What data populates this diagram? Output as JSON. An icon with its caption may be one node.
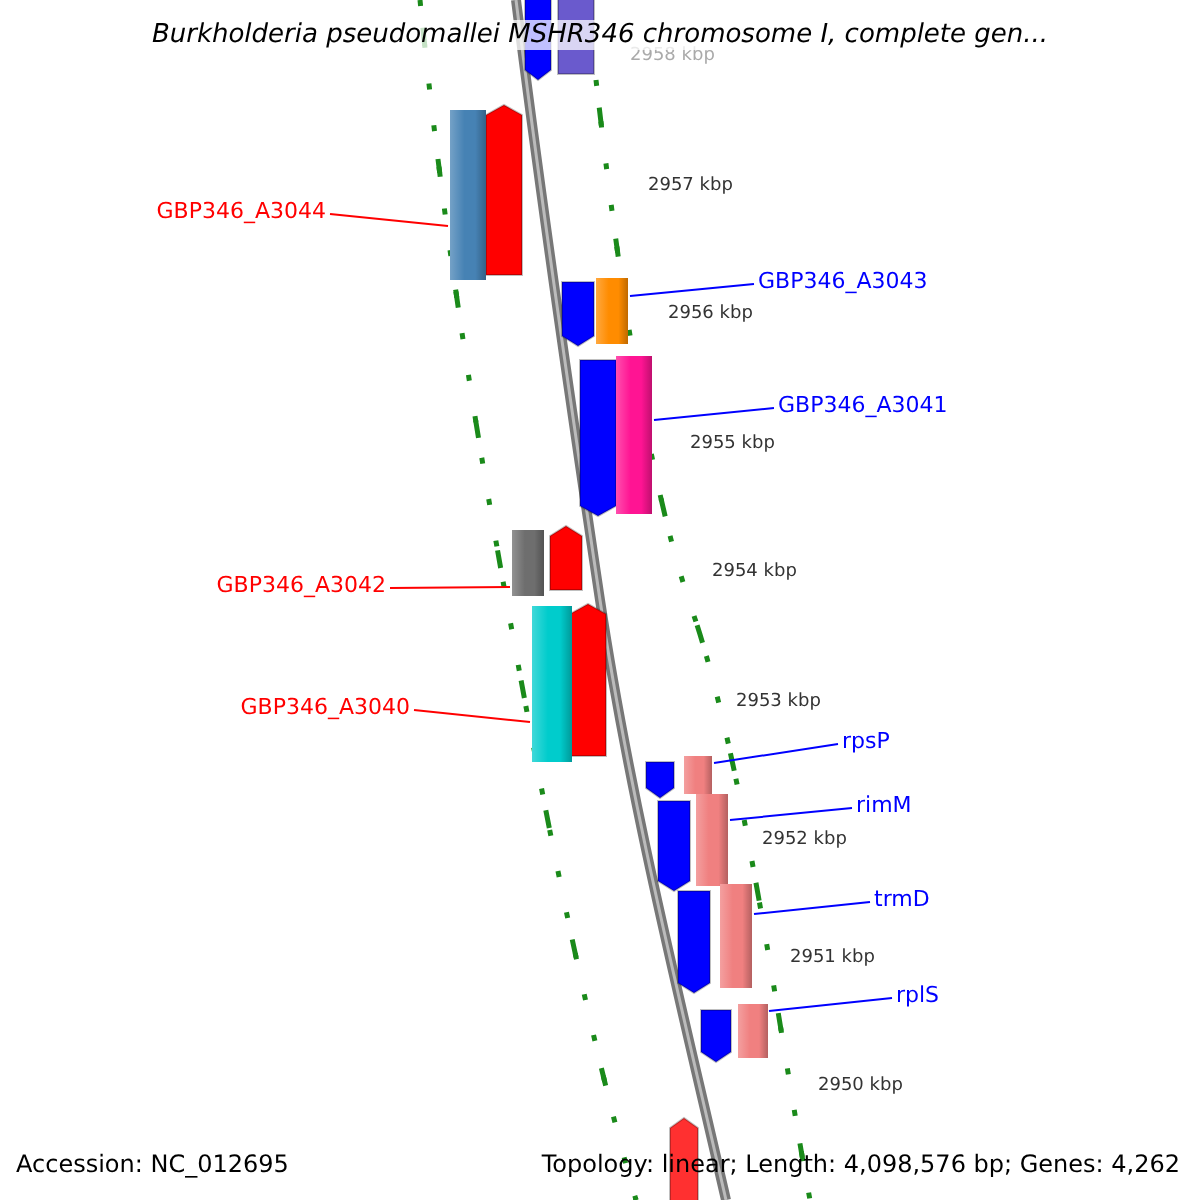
{
  "diagram": {
    "title": "Burkholderia pseudomallei MSHR346 chromosome I, complete gen...",
    "nodes": [
      {
        "text": [
          "GBP346_A3044"
        ]
      },
      {
        "text": [],
        "shape": "bar"
      },
      {
        "text": [
          "GBP346_A3043"
        ]
      },
      {
        "text": [],
        "shape": "bar"
      },
      {
        "text": [
          "GBP346_A3041"
        ]
      },
      {
        "text": [],
        "shape": "bar"
      },
      {
        "text": [
          "GBP346_A3042"
        ]
      },
      {
        "text": [],
        "shape": "bar"
      },
      {
        "text": [
          "GBP346_A3040"
        ]
      },
      {
        "text": [],
        "shape": "bar"
      },
      {
        "text": [
          "rpsP"
        ]
      },
      {
        "text": [],
        "shape": "bar"
      },
      {
        "text": [
          "rimM"
        ]
      },
      {
        "text": [],
        "shape": "bar"
      },
      {
        "text": [
          "trmD"
        ]
      },
      {
        "text": [],
        "shape": "bar"
      },
      {
        "text": [
          "rplS"
        ]
      },
      {
        "text": [],
        "shape": "bar"
      }
    ],
    "edges": [
      {
        "from": 0,
        "to": 1,
        "arrow": "none",
        "color": "#ff0000"
      },
      {
        "from": 2,
        "to": 3,
        "arrow": "none"
      },
      {
        "from": 4,
        "to": 5,
        "arrow": "none"
      },
      {
        "from": 6,
        "to": 7,
        "arrow": "none",
        "color": "#ff0000"
      },
      {
        "from": 8,
        "to": 9,
        "arrow": "none",
        "color": "#ff0000"
      },
      {
        "from": 10,
        "to": 11,
        "arrow": "none"
      },
      {
        "from": 12,
        "to": 13,
        "arrow": "none"
      },
      {
        "from": 14,
        "to": 15,
        "arrow": "none"
      },
      {
        "from": 16,
        "to": 17,
        "arrow": "none"
      }
    ],
    "labels": [
      "2958 kbp",
      "2957 kbp",
      "2956 kbp",
      "2955 kbp",
      "2954 kbp",
      "2953 kbp",
      "2952 kbp",
      "2951 kbp",
      "2950 kbp",
      "Accession: NC_012695",
      "Topology: linear; Length: 4,098,576 bp; Genes: 4,262"
    ]
  }
}
